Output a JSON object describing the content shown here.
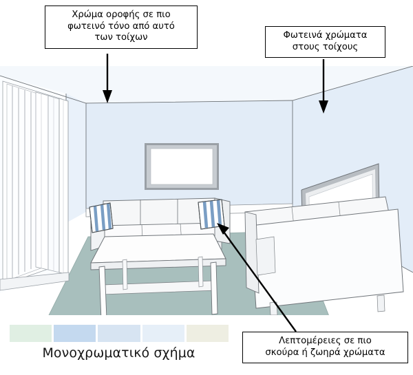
{
  "diagram": {
    "title": "Μονοχρωματικό σχήμα",
    "language": "el"
  },
  "callouts": [
    {
      "id": "ceiling",
      "name": "callout-ceiling-color",
      "text": "Χρώμα οροφής σε πιο\nφωτεινό τόνο από αυτό\nτων τοίχων",
      "points_to": "ceiling"
    },
    {
      "id": "walls",
      "name": "callout-wall-colors",
      "text": "Φωτεινά χρώματα\nστους τοίχους",
      "points_to": "right-wall"
    },
    {
      "id": "details",
      "name": "callout-detail-colors",
      "text": "Λεπτομέρειες σε πιο\nσκούρα ή ζωηρά χρώματα",
      "points_to": "striped-pillow"
    }
  ],
  "palette": {
    "caption": "Μονοχρωματικό σχήμα",
    "swatches": [
      {
        "name": "swatch-pale-green",
        "color": "#e0efe3"
      },
      {
        "name": "swatch-medium-blue",
        "color": "#c4d9ef"
      },
      {
        "name": "swatch-light-blue",
        "color": "#d7e4f2"
      },
      {
        "name": "swatch-very-light-blue",
        "color": "#e6eff8"
      },
      {
        "name": "swatch-cream",
        "color": "#eeeee2"
      }
    ]
  },
  "scene": {
    "name": "living-room-perspective",
    "colors": {
      "ceiling": "#f4f8fc",
      "back_wall": "#e2ecf7",
      "left_wall": "#e9f1fa",
      "right_wall": "#e3edf8",
      "floor": "#ffffff",
      "rug": "#a8bfbd",
      "furniture": "#f6f7f8",
      "furniture_shade": "#e8ebee",
      "outline": "#4c4f52",
      "frame": "#9aa0a6",
      "pillow_stripe": "#7a9ec4"
    },
    "elements": [
      {
        "name": "ceiling",
        "label": "Οροφή"
      },
      {
        "name": "back-wall",
        "label": "Πίσω τοίχος"
      },
      {
        "name": "right-wall",
        "label": "Δεξιός τοίχος"
      },
      {
        "name": "window-blinds",
        "label": "Κουρτίνες / περσίδες"
      },
      {
        "name": "back-wall-picture-frame",
        "label": "Κάδρο πίσω τοίχου"
      },
      {
        "name": "right-wall-picture-frame",
        "label": "Κάδρο δεξιού τοίχου"
      },
      {
        "name": "main-sofa",
        "label": "Καναπές"
      },
      {
        "name": "side-sofa",
        "label": "Δεύτερος καναπές"
      },
      {
        "name": "coffee-table",
        "label": "Τραπεζάκι σαλονιού"
      },
      {
        "name": "striped-pillow-left",
        "label": "Ριγέ μαξιλάρι αριστερά"
      },
      {
        "name": "striped-pillow-right",
        "label": "Ριγέ μαξιλάρι δεξιά"
      },
      {
        "name": "area-rug",
        "label": "Χαλί"
      }
    ]
  }
}
